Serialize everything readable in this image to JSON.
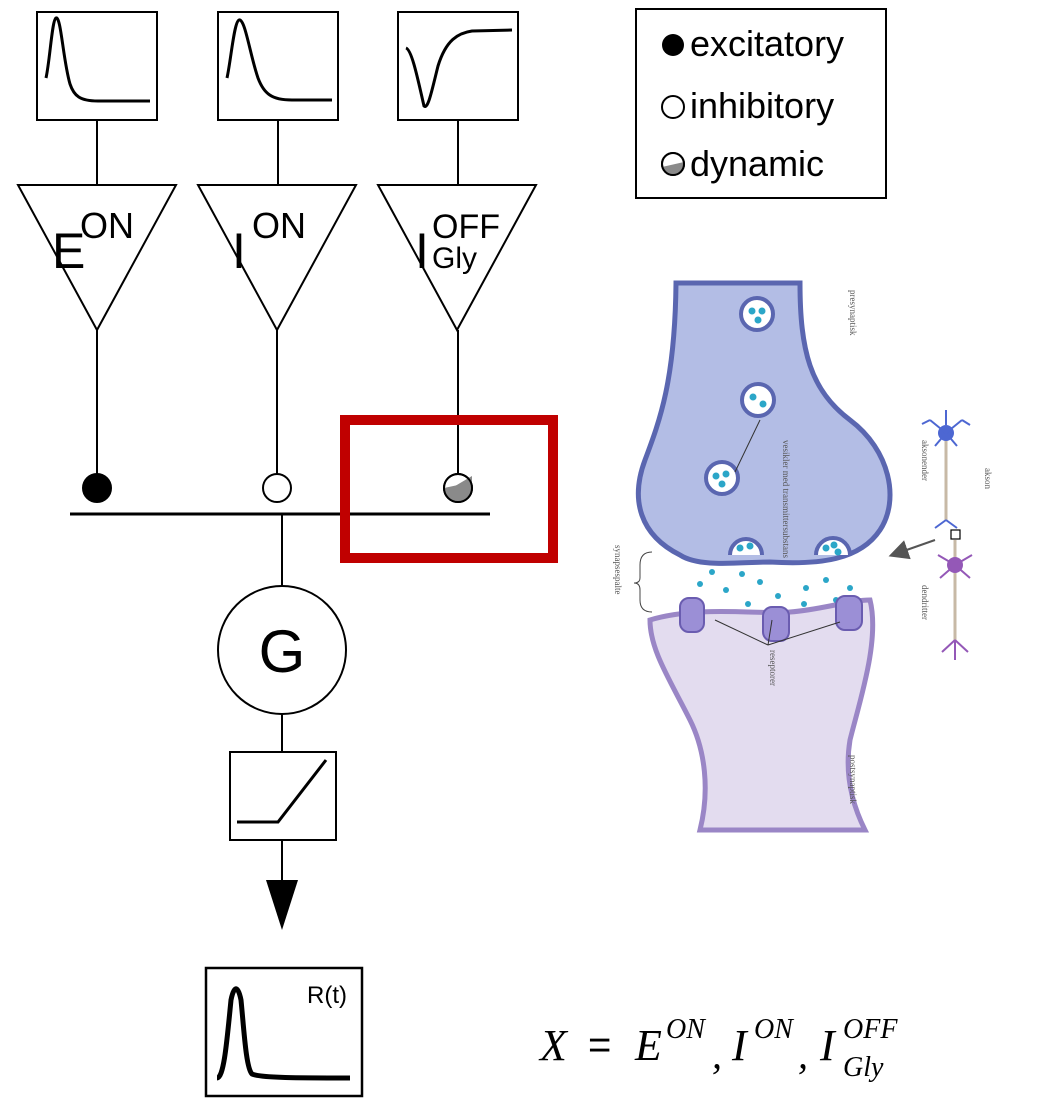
{
  "legend": {
    "items": [
      {
        "label": "excitatory",
        "marker": "filled-circle"
      },
      {
        "label": "inhibitory",
        "marker": "open-circle"
      },
      {
        "label": "dynamic",
        "marker": "half-filled-circle"
      }
    ]
  },
  "units": [
    {
      "main": "E",
      "sup": "ON",
      "sub": "",
      "kernel": "fast-transient"
    },
    {
      "main": "I",
      "sup": "ON",
      "sub": "",
      "kernel": "slow-transient"
    },
    {
      "main": "I",
      "sup": "OFF",
      "sub": "Gly",
      "kernel": "biphasic"
    }
  ],
  "gain_label": "G",
  "output_label": "R(t)",
  "equation": {
    "lhs": "X",
    "equals": "=",
    "terms": [
      {
        "main": "E",
        "sup": "ON",
        "sub": ""
      },
      {
        "main": "I",
        "sup": "ON",
        "sub": ""
      },
      {
        "main": "I",
        "sup": "OFF",
        "sub": "Gly"
      }
    ]
  },
  "synapse": {
    "presynaptic": "presynaptisk",
    "postsynaptic": "postsynaptisk",
    "vesicles": "vesikler med transmittersubstans",
    "cleft": "synapsespalte",
    "receptors": "reseptorer",
    "axon_terminals": "aksonender",
    "axon": "akson",
    "dendrites": "dendritter"
  },
  "colors": {
    "highlight": "#c00000",
    "presynaptic_fill": "#b3bde5",
    "presynaptic_stroke": "#5a66b0",
    "postsynaptic_fill": "#e3dcef",
    "postsynaptic_stroke": "#9a86c6",
    "vesicle_dot": "#2ba6c8",
    "dynamic_grey": "#8a8a8a"
  }
}
